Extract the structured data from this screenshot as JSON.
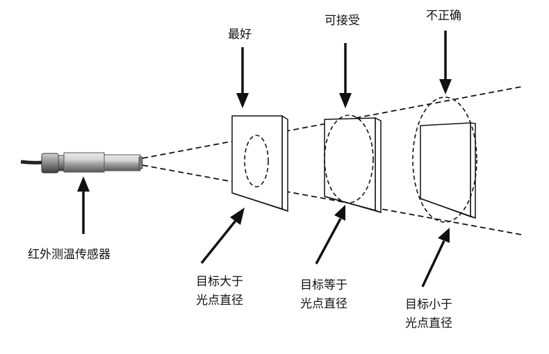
{
  "labels": {
    "best": "最好",
    "acceptable": "可接受",
    "incorrect": "不正确",
    "sensor": "红外测温传感器",
    "larger_line1": "目标大于",
    "larger_line2": "光点直径",
    "equal_line1": "目标等于",
    "equal_line2": "光点直径",
    "smaller_line1": "目标小于",
    "smaller_line2": "光点直径"
  },
  "colors": {
    "ink": "#111111",
    "background": "#ffffff",
    "sensor_body": "#b9b9b9"
  }
}
